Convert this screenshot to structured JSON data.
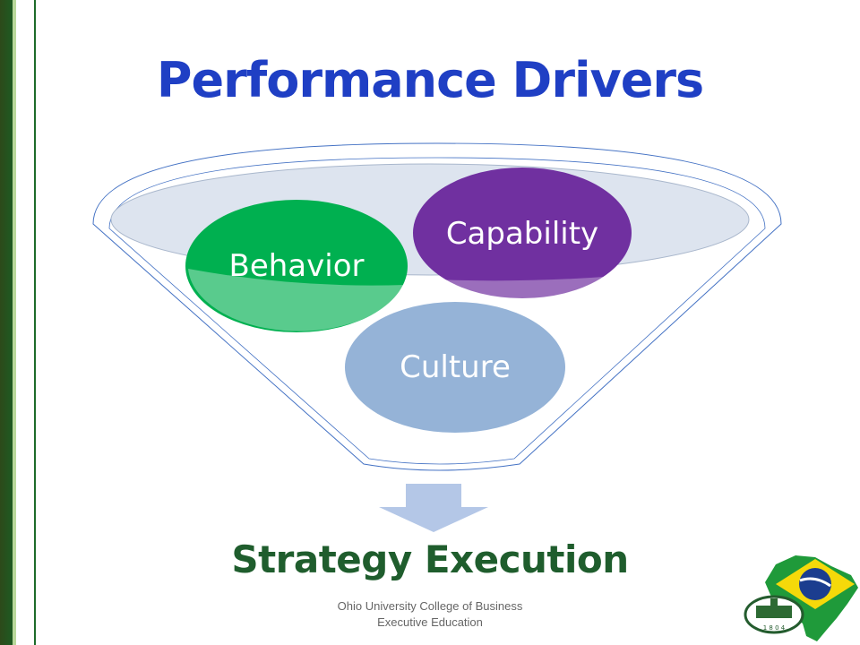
{
  "slide": {
    "title": "Performance Drivers",
    "footer_line1": "Ohio University College of  Business",
    "footer_line2": "Executive Education"
  },
  "diagram": {
    "drivers": [
      {
        "label": "Behavior",
        "color": "#00b050"
      },
      {
        "label": "Capability",
        "color": "#7030a0"
      },
      {
        "label": "Culture",
        "color": "#95b3d7"
      }
    ],
    "result": "Strategy Execution"
  },
  "logo": {
    "year": "1 8 0 4",
    "icon": "brazil-flag-map-icon"
  },
  "colors": {
    "title": "#1f3fc4",
    "result": "#1f5d2d",
    "funnel_stroke": "#4472c4",
    "arrow": "#b4c7e7"
  }
}
